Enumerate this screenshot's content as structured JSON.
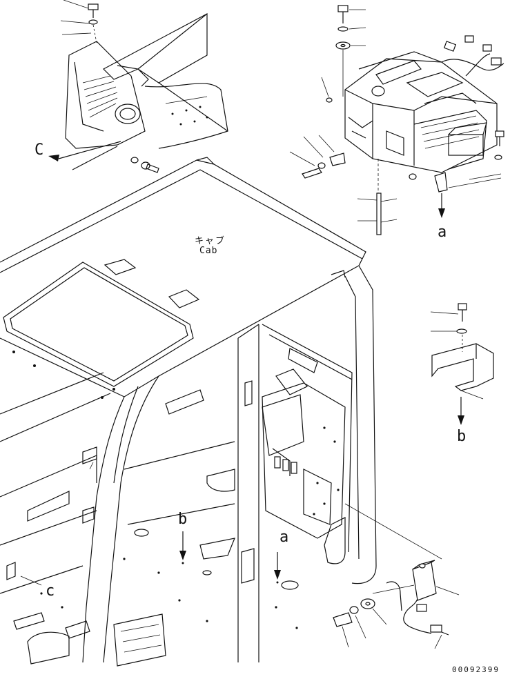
{
  "diagram": {
    "cab_label_jp": "キャブ",
    "cab_label_en": "Cab",
    "ref_letters": {
      "c_top": "C",
      "a_top": "a",
      "b_right": "b",
      "b_mid": "b",
      "a_mid": "a",
      "c_bottom": "c"
    },
    "doc_number": "00092399"
  },
  "colors": {
    "line": "#111111",
    "background": "#ffffff"
  }
}
